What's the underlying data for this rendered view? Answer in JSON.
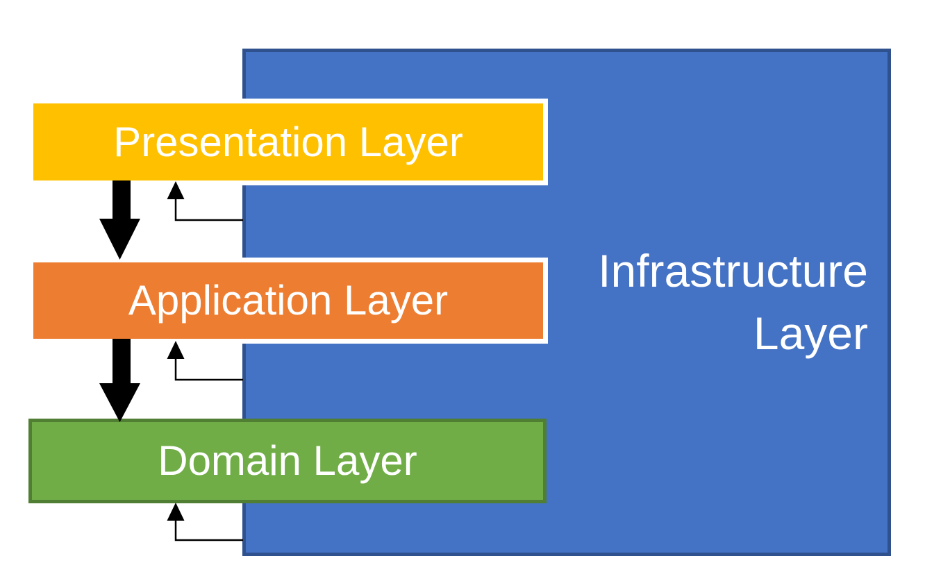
{
  "diagram": {
    "type": "layered-architecture",
    "background_color": "#FFFFFF",
    "text_color": "#FFFFFF",
    "arrow_color": "#000000",
    "layers": [
      {
        "id": "presentation",
        "label": "Presentation Layer",
        "fill": "#FFC000",
        "border": "#FFFFFF"
      },
      {
        "id": "application",
        "label": "Application Layer",
        "fill": "#ED7D31",
        "border": "#FFFFFF"
      },
      {
        "id": "domain",
        "label": "Domain Layer",
        "fill": "#70AD47",
        "border": "#507E32"
      },
      {
        "id": "infrastructure",
        "label": "Infrastructure Layer",
        "fill": "#4472C4",
        "border": "#2F528F"
      }
    ],
    "relations": [
      {
        "from": "presentation",
        "to": "application",
        "style": "thick-down-arrow"
      },
      {
        "from": "application",
        "to": "domain",
        "style": "thick-down-arrow"
      },
      {
        "from": "infrastructure",
        "to": "presentation",
        "style": "thin-elbow-arrow"
      },
      {
        "from": "infrastructure",
        "to": "application",
        "style": "thin-elbow-arrow"
      },
      {
        "from": "infrastructure",
        "to": "domain",
        "style": "thin-elbow-arrow"
      }
    ]
  }
}
